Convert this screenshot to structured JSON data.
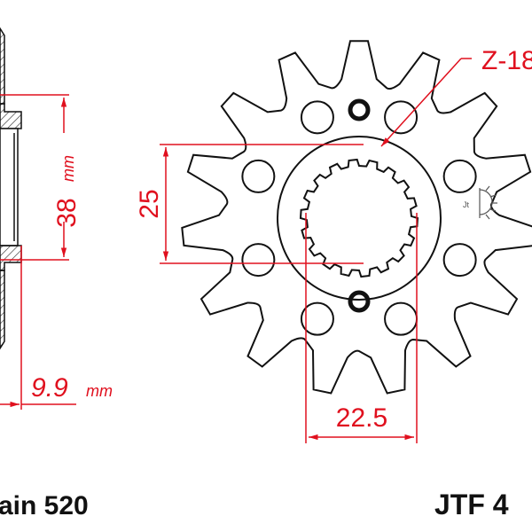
{
  "colors": {
    "dimension": "#e0101e",
    "outline": "#111111",
    "background": "#ffffff"
  },
  "side_view": {
    "height_value": "38",
    "height_unit": "mm",
    "width_value": "9.9",
    "width_unit": "mm"
  },
  "front_view": {
    "teeth_label": "Z-18",
    "spline_height": "25",
    "spline_width": "22.5"
  },
  "footer": {
    "chain_label": "ain 520",
    "part_label": "JTF 4"
  },
  "icons": {
    "logo": "sun-symbol-icon"
  }
}
